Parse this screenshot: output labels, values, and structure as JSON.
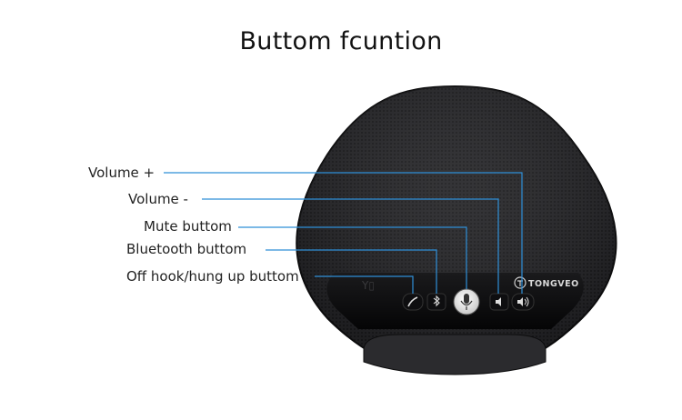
{
  "title": "Buttom fcuntion",
  "labels": {
    "volume_plus": "Volume +",
    "volume_minus": "Volume -",
    "mute": "Mute buttom",
    "bluetooth": "Bluetooth buttom",
    "hook": "Off hook/hung up buttom"
  },
  "brand": "TONGVEO",
  "colors": {
    "leader_line": "#2f8fd8",
    "device_body": "#1b1b1d",
    "control_panel": "#0b0b0c"
  }
}
